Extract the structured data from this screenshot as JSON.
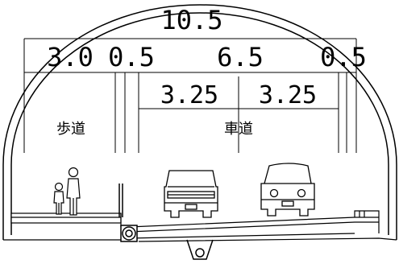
{
  "dimensions": {
    "total": "10.5",
    "sidewalk": "3.0",
    "margin_left": "0.5",
    "roadway": "6.5",
    "margin_right": "0.5",
    "lane_left": "3.25",
    "lane_right": "3.25"
  },
  "labels": {
    "sidewalk": "歩道",
    "roadway": "車道"
  }
}
